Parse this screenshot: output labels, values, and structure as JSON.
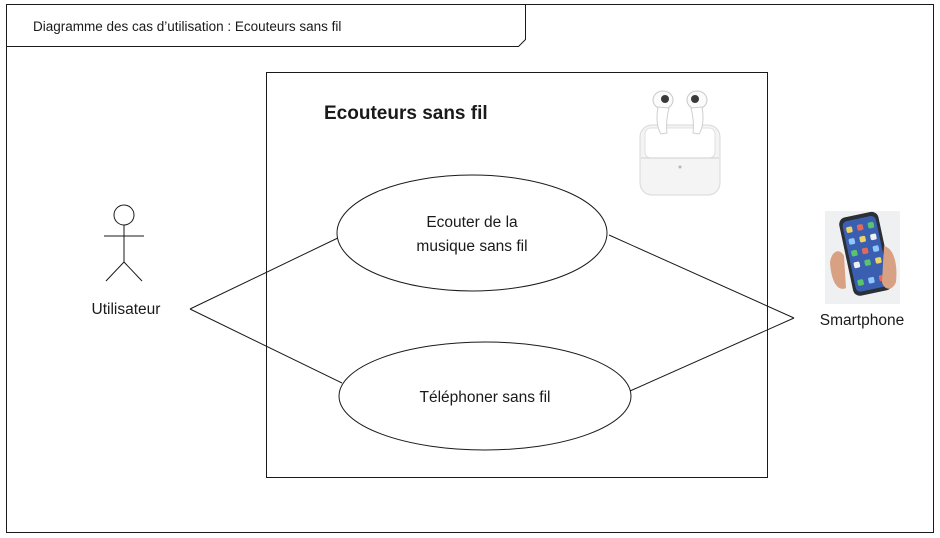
{
  "frame": {
    "title": "Diagramme des cas d’utilisation : Ecouteurs sans fil"
  },
  "system": {
    "name": "Ecouteurs sans fil",
    "image": "airpods-case-image"
  },
  "actors": {
    "user": {
      "label": "Utilisateur",
      "icon": "stick-figure-icon"
    },
    "smartphone": {
      "label": "Smartphone",
      "icon": "smartphone-photo-icon"
    }
  },
  "use_cases": [
    {
      "line1": "Ecouter de la",
      "line2": "musique sans fil"
    },
    {
      "line1": "Téléphoner sans fil"
    }
  ],
  "colors": {
    "stroke": "#1a1a1a",
    "background": "#ffffff",
    "phone_frame": "#2b2f36",
    "phone_screen": "#3b5fb0",
    "skin": "#d9a184"
  }
}
